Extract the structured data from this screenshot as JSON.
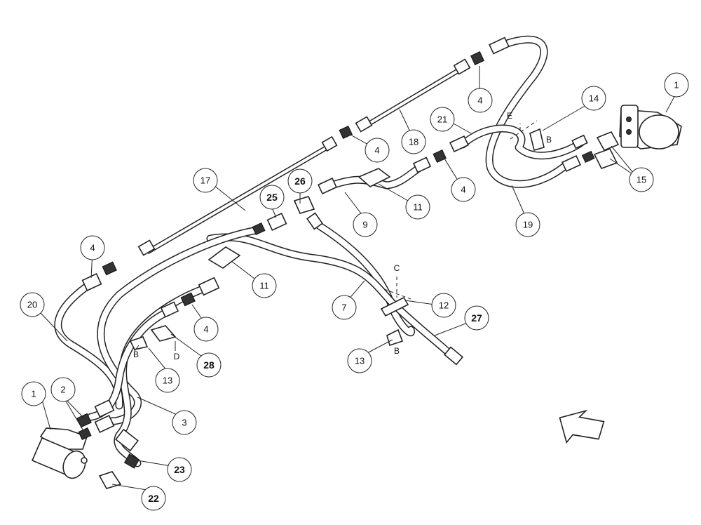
{
  "callouts": {
    "c1_left": "1",
    "c2": "2",
    "c3": "3",
    "c20": "20",
    "c4_left": "4",
    "c13_left": "13",
    "c28": "28",
    "c4_mid": "4",
    "c11_left": "11",
    "c7": "7",
    "c12": "12",
    "c27": "27",
    "c13_mid": "13",
    "c22": "22",
    "c23": "23",
    "c17": "17",
    "c25": "25",
    "c26": "26",
    "c9": "9",
    "c11_mid": "11",
    "c4_top1": "4",
    "c18": "18",
    "c4_top2": "4",
    "c4_right": "4",
    "c21": "21",
    "c14": "14",
    "c1_right": "1",
    "c15": "15",
    "c19": "19"
  },
  "letters": {
    "b_left": "B",
    "d": "D",
    "c": "C",
    "b_mid": "B",
    "e": "E",
    "b_right": "B"
  },
  "icons": {
    "direction": "direction-arrow-icon"
  }
}
